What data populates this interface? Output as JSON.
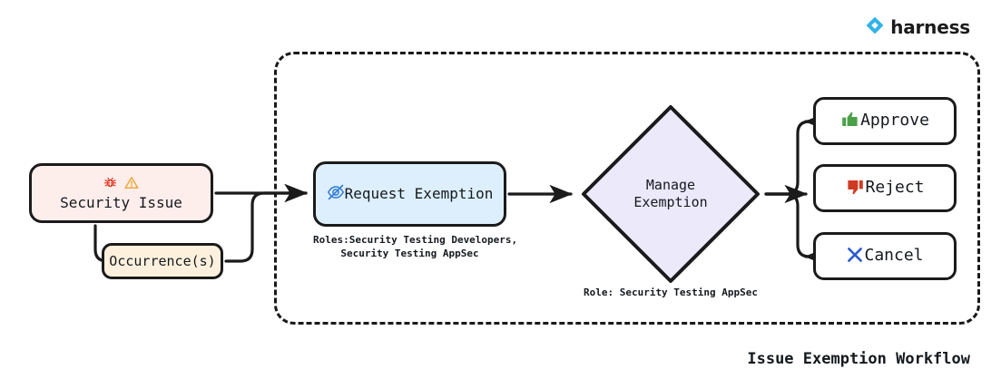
{
  "brand": {
    "name": "harness",
    "logo_icon": "harness-logo-icon",
    "accent_color": "#31b3e8"
  },
  "diagram": {
    "title": "Issue Exemption Workflow",
    "group_style": "dashed-rounded-rect",
    "nodes": {
      "security_issue": {
        "label": "Security Issue",
        "fill": "#fdeeec",
        "icons": [
          "bug-icon",
          "warning-triangle-icon"
        ]
      },
      "occurrences": {
        "label": "Occurrence(s)",
        "fill": "#fdf1dd"
      },
      "request_exemption": {
        "label": "Request Exemption",
        "fill": "#ddeffc",
        "icon": "eye-off-icon",
        "icon_color": "#3b82d6",
        "caption": "Roles:Security Testing Developers,\nSecurity Testing AppSec"
      },
      "manage_exemption": {
        "label": "Manage\nExemption",
        "fill": "#ece9fb",
        "shape": "diamond",
        "caption": "Role: Security Testing AppSec"
      },
      "approve": {
        "label": "Approve",
        "fill": "#ffffff",
        "icon": "thumbs-up-icon",
        "icon_color": "#4aa147"
      },
      "reject": {
        "label": "Reject",
        "fill": "#ffffff",
        "icon": "thumbs-down-icon",
        "icon_color": "#cf3a22"
      },
      "cancel": {
        "label": "Cancel",
        "fill": "#ffffff",
        "icon": "x-cross-icon",
        "icon_color": "#2d5bd0"
      }
    },
    "edge_color": "#1b1b1b"
  }
}
